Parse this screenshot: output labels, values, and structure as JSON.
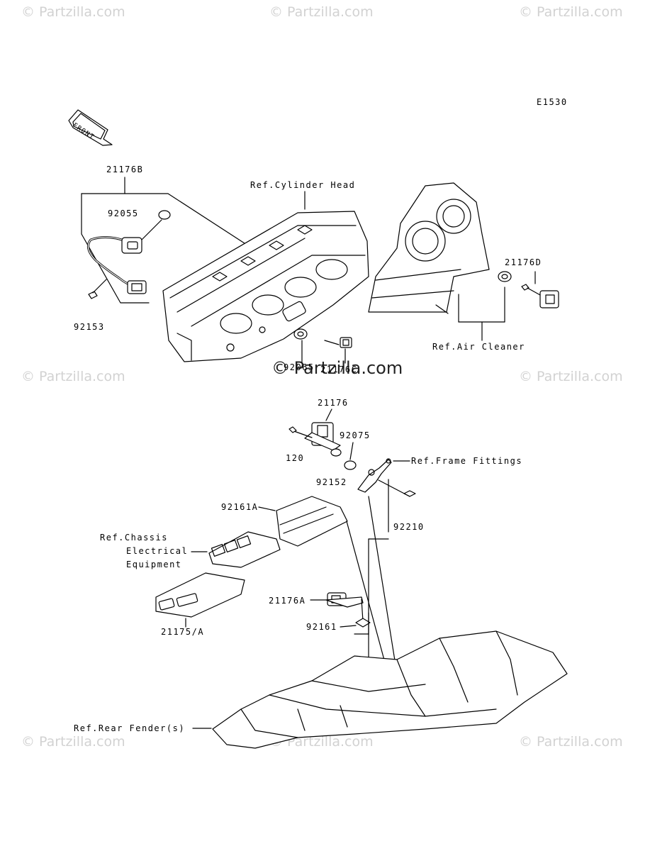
{
  "diagram": {
    "code": "E1530",
    "front_label": "FRONT",
    "watermark": "© Partzilla.com",
    "center_watermark": "© Partzilla.com",
    "labels": {
      "p21176B": "21176B",
      "p92055": "92055",
      "p92153": "92153",
      "ref_cylinder_head": "Ref.Cylinder Head",
      "p92065": "92065",
      "p21176C": "21176C",
      "p21176D": "21176D",
      "ref_air_cleaner": "Ref.Air Cleaner",
      "p21176": "21176",
      "p92075": "92075",
      "p120": "120",
      "p92152": "92152",
      "ref_frame_fittings": "Ref.Frame Fittings",
      "p92210": "92210",
      "p92161A": "92161A",
      "ref_chassis_1": "Ref.Chassis",
      "ref_chassis_2": "Electrical",
      "ref_chassis_3": "Equipment",
      "p21176A": "21176A",
      "p92161": "92161",
      "p21175A": "21175/A",
      "ref_rear_fender": "Ref.Rear Fender(s)"
    }
  }
}
